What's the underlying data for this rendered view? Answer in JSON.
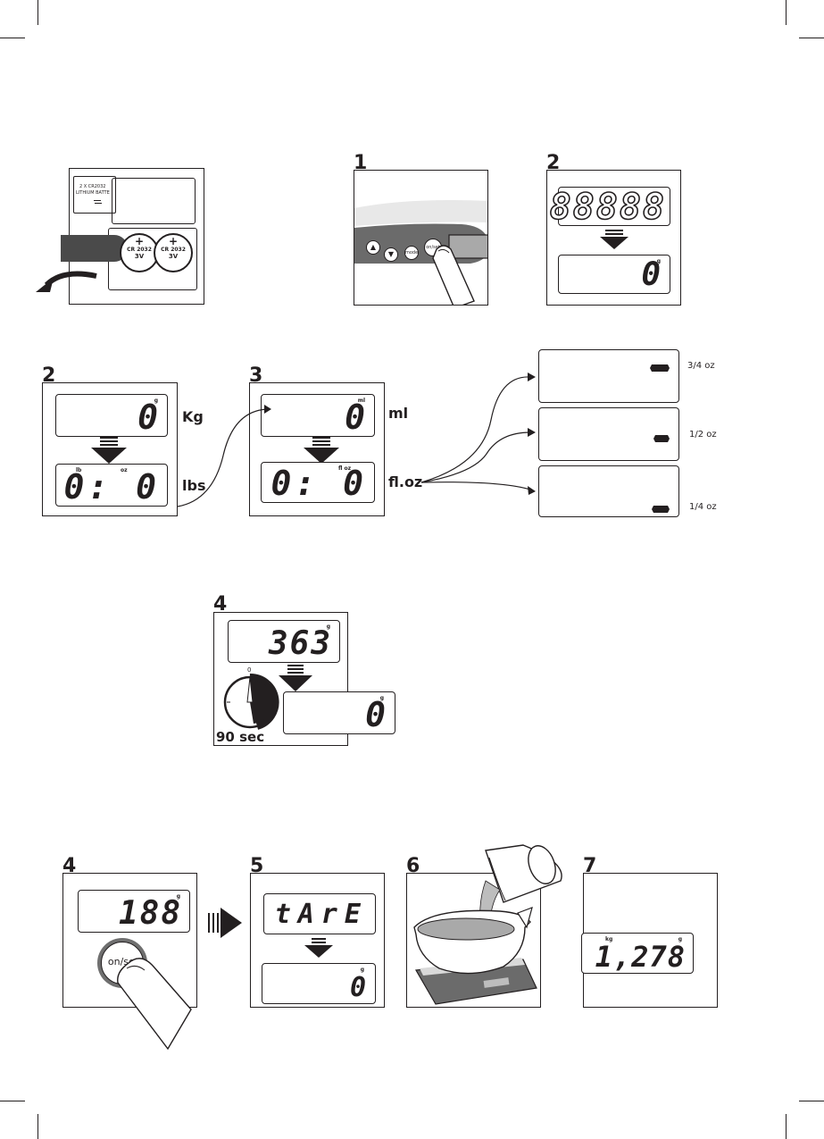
{
  "battery": {
    "label_line1": "2 X CR2032",
    "label_line2": "LITHIUM BATTE",
    "cell_text": "CR 2032",
    "cell_voltage": "3V",
    "cell_polarity": "+"
  },
  "step1": {
    "number": "1",
    "buttons": {
      "up": "▲",
      "down": "▼",
      "mode": "mode",
      "onset": "on/set"
    }
  },
  "step2a": {
    "number": "2",
    "display_top": "88888",
    "display_bottom": "0",
    "unit": "g"
  },
  "step2b": {
    "number": "2",
    "display_top": "0",
    "unit_top": "g",
    "display_bottom": "0: 0",
    "unit_lb": "lb",
    "unit_oz": "oz",
    "label_kg": "Kg",
    "label_lbs": "lbs"
  },
  "step3": {
    "number": "3",
    "display_top": "0",
    "unit_top": "ml",
    "display_bottom": "0: 0",
    "unit_bottom": "fl oz",
    "label_ml": "ml",
    "label_floz": "fl.oz"
  },
  "fractions": [
    "3/4 oz",
    "1/2 oz",
    "1/4 oz"
  ],
  "step4a": {
    "number": "4",
    "display_top": "363",
    "display_bottom": "0",
    "unit": "g",
    "dial_zero": "0",
    "timer_label": "90 sec"
  },
  "step4b": {
    "number": "4",
    "display": "188",
    "unit": "g",
    "button": "on/set"
  },
  "step5": {
    "number": "5",
    "display_top": "tArE",
    "display_bottom": "0",
    "unit": "g"
  },
  "step6": {
    "number": "6"
  },
  "step7": {
    "number": "7",
    "display": "1,278",
    "unit_kg": "kg",
    "unit_g": "g"
  }
}
